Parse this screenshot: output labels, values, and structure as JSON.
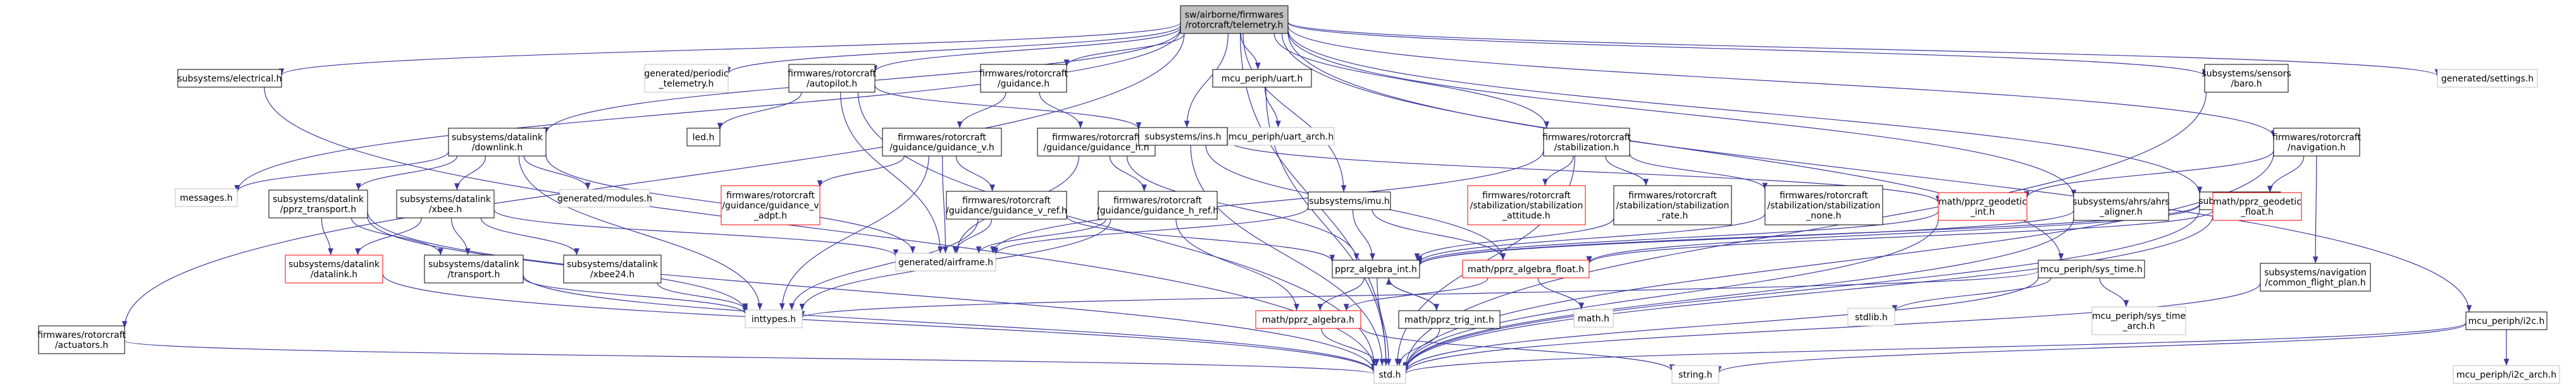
{
  "root": "sw/airborne/firmwares/rotorcraft/telemetry.h",
  "nodes": [
    {
      "id": "root",
      "lines": [
        "sw/airborne/firmwares",
        "/rotorcraft/telemetry.h"
      ],
      "style": "root"
    },
    {
      "id": "electrical",
      "lines": [
        "subsystems/electrical.h"
      ],
      "style": "normal"
    },
    {
      "id": "periodic",
      "lines": [
        "generated/periodic",
        "_telemetry.h"
      ],
      "style": "missing"
    },
    {
      "id": "autopilot",
      "lines": [
        "firmwares/rotorcraft",
        "/autopilot.h"
      ],
      "style": "normal"
    },
    {
      "id": "guidance",
      "lines": [
        "firmwares/rotorcraft",
        "/guidance.h"
      ],
      "style": "normal"
    },
    {
      "id": "uart",
      "lines": [
        "mcu_periph/uart.h"
      ],
      "style": "normal"
    },
    {
      "id": "sensors_baro",
      "lines": [
        "subsystems/sensors",
        "/baro.h"
      ],
      "style": "normal"
    },
    {
      "id": "settings",
      "lines": [
        "generated/settings.h"
      ],
      "style": "missing"
    },
    {
      "id": "datalink_downlink",
      "lines": [
        "subsystems/datalink",
        "/downlink.h"
      ],
      "style": "normal"
    },
    {
      "id": "led",
      "lines": [
        "led.h"
      ],
      "style": "normal"
    },
    {
      "id": "guidance_v",
      "lines": [
        "firmwares/rotorcraft",
        "/guidance/guidance_v.h"
      ],
      "style": "normal"
    },
    {
      "id": "guidance_h",
      "lines": [
        "firmwares/rotorcraft",
        "/guidance/guidance_h.h"
      ],
      "style": "normal"
    },
    {
      "id": "ins",
      "lines": [
        "subsystems/ins.h"
      ],
      "style": "normal"
    },
    {
      "id": "uart_arch",
      "lines": [
        "mcu_periph/uart_arch.h"
      ],
      "style": "missing"
    },
    {
      "id": "stabilization",
      "lines": [
        "firmwares/rotorcraft",
        "/stabilization.h"
      ],
      "style": "normal"
    },
    {
      "id": "navigation",
      "lines": [
        "firmwares/rotorcraft",
        "/navigation.h"
      ],
      "style": "normal"
    },
    {
      "id": "messages",
      "lines": [
        "messages.h"
      ],
      "style": "missing"
    },
    {
      "id": "pprz_transport",
      "lines": [
        "subsystems/datalink",
        "/pprz_transport.h"
      ],
      "style": "normal"
    },
    {
      "id": "xbee",
      "lines": [
        "subsystems/datalink",
        "/xbee.h"
      ],
      "style": "normal"
    },
    {
      "id": "gen_modules",
      "lines": [
        "generated/modules.h"
      ],
      "style": "missing"
    },
    {
      "id": "guidance_v_adpt",
      "lines": [
        "firmwares/rotorcraft",
        "/guidance/guidance_v",
        "_adpt.h"
      ],
      "style": "red"
    },
    {
      "id": "guidance_v_ref",
      "lines": [
        "firmwares/rotorcraft",
        "/guidance/guidance_v_ref.h"
      ],
      "style": "normal"
    },
    {
      "id": "guidance_h_ref",
      "lines": [
        "firmwares/rotorcraft",
        "/guidance/guidance_h_ref.h"
      ],
      "style": "normal"
    },
    {
      "id": "imu",
      "lines": [
        "subsystems/imu.h"
      ],
      "style": "normal"
    },
    {
      "id": "stab_attitude",
      "lines": [
        "firmwares/rotorcraft",
        "/stabilization/stabilization",
        "_attitude.h"
      ],
      "style": "red"
    },
    {
      "id": "stab_rate",
      "lines": [
        "firmwares/rotorcraft",
        "/stabilization/stabilization",
        "_rate.h"
      ],
      "style": "normal"
    },
    {
      "id": "stab_none",
      "lines": [
        "firmwares/rotorcraft",
        "/stabilization/stabilization",
        "_none.h"
      ],
      "style": "normal"
    },
    {
      "id": "pprz_geodetic_int",
      "lines": [
        "math/pprz_geodetic",
        "_int.h"
      ],
      "style": "red"
    },
    {
      "id": "ahrs_aligner",
      "lines": [
        "subsystems/ahrs/ahrs",
        "_aligner.h"
      ],
      "style": "normal"
    },
    {
      "id": "ahrs",
      "lines": [
        "subsystems/ahrs.h"
      ],
      "style": "normal"
    },
    {
      "id": "pprz_geodetic_float",
      "lines": [
        "math/pprz_geodetic",
        "_float.h"
      ],
      "style": "red"
    },
    {
      "id": "datalink_h",
      "lines": [
        "subsystems/datalink",
        "/datalink.h"
      ],
      "style": "red"
    },
    {
      "id": "transport",
      "lines": [
        "subsystems/datalink",
        "/transport.h"
      ],
      "style": "normal"
    },
    {
      "id": "xbee24",
      "lines": [
        "subsystems/datalink",
        "/xbee24.h"
      ],
      "style": "normal"
    },
    {
      "id": "airframe",
      "lines": [
        "generated/airframe.h"
      ],
      "style": "missing"
    },
    {
      "id": "pprz_algebra_int",
      "lines": [
        "pprz_algebra_int.h"
      ],
      "style": "normal"
    },
    {
      "id": "pprz_algebra_float",
      "lines": [
        "math/pprz_algebra_float.h"
      ],
      "style": "red"
    },
    {
      "id": "sys_time",
      "lines": [
        "mcu_periph/sys_time.h"
      ],
      "style": "normal"
    },
    {
      "id": "common_flight_plan",
      "lines": [
        "subsystems/navigation",
        "/common_flight_plan.h"
      ],
      "style": "normal"
    },
    {
      "id": "actuators",
      "lines": [
        "firmwares/rotorcraft",
        "/actuators.h"
      ],
      "style": "normal"
    },
    {
      "id": "inttypes",
      "lines": [
        "inttypes.h"
      ],
      "style": "missing"
    },
    {
      "id": "pprz_algebra",
      "lines": [
        "math/pprz_algebra.h"
      ],
      "style": "red"
    },
    {
      "id": "pprz_trig_int",
      "lines": [
        "math/pprz_trig_int.h"
      ],
      "style": "normal"
    },
    {
      "id": "math_h",
      "lines": [
        "math.h"
      ],
      "style": "missing"
    },
    {
      "id": "stdlib",
      "lines": [
        "stdlib.h"
      ],
      "style": "missing"
    },
    {
      "id": "sys_time_arch",
      "lines": [
        "mcu_periph/sys_time",
        "_arch.h"
      ],
      "style": "missing"
    },
    {
      "id": "i2c",
      "lines": [
        "mcu_periph/i2c.h"
      ],
      "style": "normal"
    },
    {
      "id": "std",
      "lines": [
        "std.h"
      ],
      "style": "missing"
    },
    {
      "id": "string",
      "lines": [
        "string.h"
      ],
      "style": "missing"
    },
    {
      "id": "i2c_arch",
      "lines": [
        "mcu_periph/i2c_arch.h"
      ],
      "style": "missing"
    }
  ],
  "edges": [
    [
      "root",
      "electrical"
    ],
    [
      "root",
      "periodic"
    ],
    [
      "root",
      "autopilot"
    ],
    [
      "root",
      "guidance"
    ],
    [
      "root",
      "uart"
    ],
    [
      "root",
      "sensors_baro"
    ],
    [
      "root",
      "settings"
    ],
    [
      "root",
      "datalink_downlink"
    ],
    [
      "root",
      "ins"
    ],
    [
      "root",
      "stabilization"
    ],
    [
      "root",
      "navigation"
    ],
    [
      "root",
      "imu"
    ],
    [
      "root",
      "ahrs_aligner"
    ],
    [
      "root",
      "ahrs"
    ],
    [
      "root",
      "sys_time"
    ],
    [
      "root",
      "actuators"
    ],
    [
      "root",
      "i2c"
    ],
    [
      "root",
      "std"
    ],
    [
      "root",
      "messages"
    ],
    [
      "electrical",
      "std"
    ],
    [
      "autopilot",
      "led"
    ],
    [
      "autopilot",
      "ins"
    ],
    [
      "autopilot",
      "airframe"
    ],
    [
      "autopilot",
      "std"
    ],
    [
      "guidance",
      "guidance_v"
    ],
    [
      "guidance",
      "guidance_h"
    ],
    [
      "uart",
      "uart_arch"
    ],
    [
      "uart",
      "std"
    ],
    [
      "sensors_baro",
      "std"
    ],
    [
      "datalink_downlink",
      "messages"
    ],
    [
      "datalink_downlink",
      "pprz_transport"
    ],
    [
      "datalink_downlink",
      "xbee"
    ],
    [
      "datalink_downlink",
      "gen_modules"
    ],
    [
      "datalink_downlink",
      "airframe"
    ],
    [
      "datalink_downlink",
      "inttypes"
    ],
    [
      "guidance_v",
      "guidance_v_adpt"
    ],
    [
      "guidance_v",
      "guidance_v_ref"
    ],
    [
      "guidance_v",
      "airframe"
    ],
    [
      "guidance_v",
      "inttypes"
    ],
    [
      "guidance_h",
      "guidance_h_ref"
    ],
    [
      "guidance_h",
      "airframe"
    ],
    [
      "guidance_h",
      "pprz_algebra_int"
    ],
    [
      "ins",
      "pprz_geodetic_int"
    ],
    [
      "ins",
      "pprz_algebra_float"
    ],
    [
      "ins",
      "std"
    ],
    [
      "stabilization",
      "stab_attitude"
    ],
    [
      "stabilization",
      "stab_rate"
    ],
    [
      "stabilization",
      "stab_none"
    ],
    [
      "stabilization",
      "airframe"
    ],
    [
      "stabilization",
      "std"
    ],
    [
      "navigation",
      "pprz_geodetic_int"
    ],
    [
      "navigation",
      "pprz_geodetic_float"
    ],
    [
      "navigation",
      "common_flight_plan"
    ],
    [
      "navigation",
      "std"
    ],
    [
      "pprz_transport",
      "datalink_h"
    ],
    [
      "pprz_transport",
      "transport"
    ],
    [
      "pprz_transport",
      "inttypes"
    ],
    [
      "pprz_transport",
      "std"
    ],
    [
      "xbee",
      "datalink_h"
    ],
    [
      "xbee",
      "transport"
    ],
    [
      "xbee",
      "xbee24"
    ],
    [
      "xbee",
      "airframe"
    ],
    [
      "guidance_v_ref",
      "pprz_algebra_int"
    ],
    [
      "guidance_v_ref",
      "airframe"
    ],
    [
      "guidance_v_ref",
      "inttypes"
    ],
    [
      "guidance_h_ref",
      "pprz_algebra"
    ],
    [
      "guidance_h_ref",
      "inttypes"
    ],
    [
      "guidance_h_ref",
      "airframe"
    ],
    [
      "imu",
      "pprz_algebra_int"
    ],
    [
      "imu",
      "pprz_algebra_float"
    ],
    [
      "imu",
      "airframe"
    ],
    [
      "stab_rate",
      "pprz_algebra_int"
    ],
    [
      "stab_none",
      "pprz_algebra_int"
    ],
    [
      "pprz_geodetic_int",
      "pprz_algebra_int"
    ],
    [
      "pprz_geodetic_int",
      "std"
    ],
    [
      "ahrs_aligner",
      "std"
    ],
    [
      "ahrs_aligner",
      "pprz_algebra_int"
    ],
    [
      "ahrs",
      "pprz_algebra_int"
    ],
    [
      "ahrs",
      "pprz_algebra_float"
    ],
    [
      "ahrs",
      "std"
    ],
    [
      "pprz_geodetic_float",
      "pprz_algebra_float"
    ],
    [
      "pprz_geodetic_float",
      "std"
    ],
    [
      "datalink_h",
      "std"
    ],
    [
      "transport",
      "std"
    ],
    [
      "transport",
      "inttypes"
    ],
    [
      "xbee24",
      "inttypes"
    ],
    [
      "pprz_algebra_int",
      "pprz_algebra"
    ],
    [
      "pprz_algebra_int",
      "pprz_trig_int"
    ],
    [
      "pprz_algebra_int",
      "std"
    ],
    [
      "pprz_algebra_float",
      "pprz_algebra"
    ],
    [
      "pprz_algebra_float",
      "math_h"
    ],
    [
      "sys_time",
      "inttypes"
    ],
    [
      "sys_time",
      "stdlib"
    ],
    [
      "sys_time",
      "sys_time_arch"
    ],
    [
      "sys_time",
      "std"
    ],
    [
      "common_flight_plan",
      "std"
    ],
    [
      "actuators",
      "std"
    ],
    [
      "pprz_algebra",
      "std"
    ],
    [
      "pprz_algebra",
      "string"
    ],
    [
      "pprz_trig_int",
      "std"
    ],
    [
      "pprz_trig_int",
      "pprz_algebra_int"
    ],
    [
      "i2c",
      "std"
    ],
    [
      "i2c",
      "string"
    ],
    [
      "i2c",
      "i2c_arch"
    ]
  ]
}
